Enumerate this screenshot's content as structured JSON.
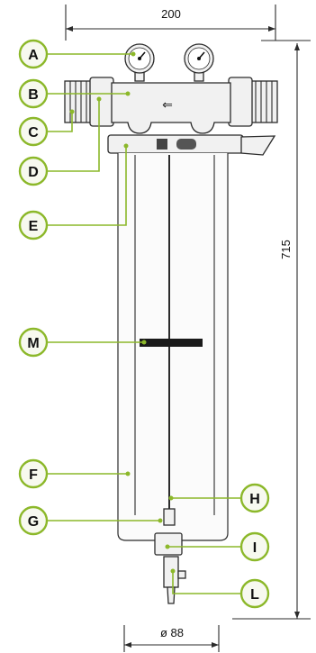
{
  "dimensions": {
    "width": "200",
    "height": "715",
    "diameter": "ø 88"
  },
  "labels": [
    "A",
    "B",
    "C",
    "D",
    "E",
    "F",
    "G",
    "H",
    "I",
    "L",
    "M"
  ],
  "colors": {
    "accent": "#8cb82a",
    "outline": "#2b2b2b",
    "band": "#1a1a1a"
  }
}
